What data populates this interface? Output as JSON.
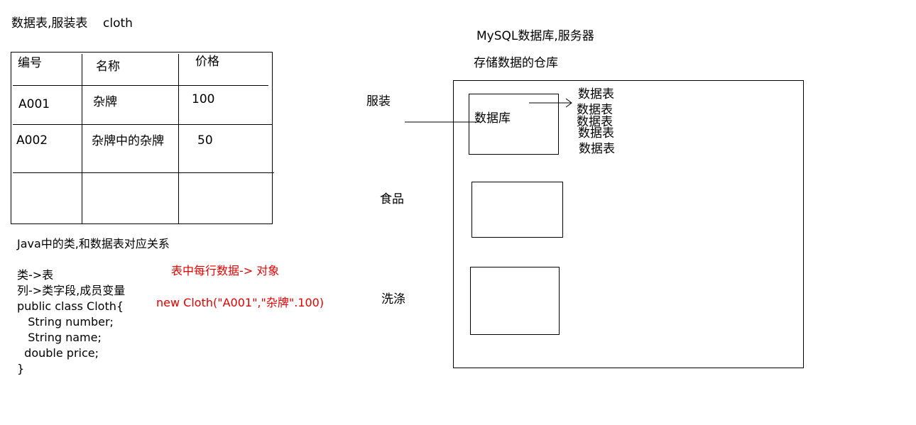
{
  "heading": "数据表,服装表    cloth",
  "table": {
    "headers": [
      "编号",
      "名称",
      "价格"
    ],
    "rows": [
      [
        "A001",
        "杂牌",
        "100"
      ],
      [
        "A002",
        "杂牌中的杂牌",
        "50"
      ]
    ]
  },
  "mapping": {
    "title": "Java中的类,和数据表对应关系",
    "class_to_table": "类->表",
    "column_to_field": "列->类字段,成员变量",
    "code_lines": [
      "public class Cloth{",
      "   String number;",
      "   String name;",
      "  double price;",
      "}"
    ],
    "row_note": "表中每行数据-> 对象",
    "new_expr": "new Cloth(\"A001\",\"杂牌\".100)"
  },
  "server": {
    "title": "MySQL数据库,服务器",
    "subtitle": "存储数据的仓库",
    "labels": [
      "服装",
      "食品",
      "洗涤"
    ],
    "db_label": "数据库",
    "tables": [
      "数据表",
      "数据表",
      "数据表",
      "数据表",
      "数据表"
    ]
  }
}
